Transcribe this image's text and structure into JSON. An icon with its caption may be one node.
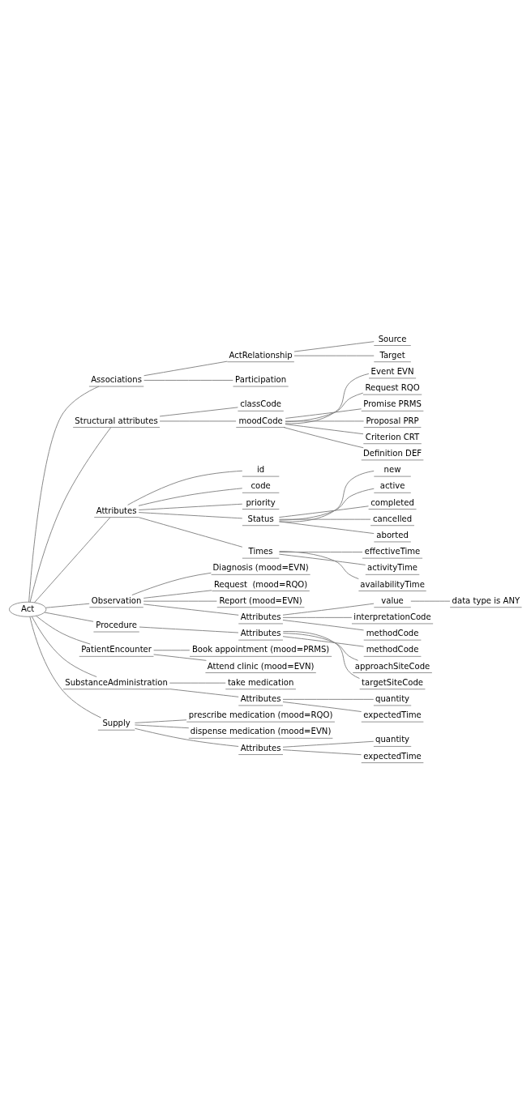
{
  "diagram": {
    "nodes": [
      {
        "text": [
          "Act"
        ]
      },
      {
        "text": [
          "Associations"
        ]
      },
      {
        "text": [
          "ActRelationship"
        ]
      },
      {
        "text": [
          "Source"
        ]
      },
      {
        "text": [
          "Target"
        ]
      },
      {
        "text": [
          "Participation"
        ]
      },
      {
        "text": [
          "Structural attributes"
        ]
      },
      {
        "text": [
          "classCode"
        ]
      },
      {
        "text": [
          "moodCode"
        ]
      },
      {
        "text": [
          "Event EVN"
        ]
      },
      {
        "text": [
          "Request RQO"
        ]
      },
      {
        "text": [
          "Promise PRMS"
        ]
      },
      {
        "text": [
          "Proposal PRP"
        ]
      },
      {
        "text": [
          "Criterion CRT"
        ]
      },
      {
        "text": [
          "Definition DEF"
        ]
      },
      {
        "text": [
          "Attributes"
        ]
      },
      {
        "text": [
          "id"
        ]
      },
      {
        "text": [
          "code"
        ]
      },
      {
        "text": [
          "priority"
        ]
      },
      {
        "text": [
          "Status"
        ]
      },
      {
        "text": [
          "new"
        ]
      },
      {
        "text": [
          "active"
        ]
      },
      {
        "text": [
          "completed"
        ]
      },
      {
        "text": [
          "cancelled"
        ]
      },
      {
        "text": [
          "aborted"
        ]
      },
      {
        "text": [
          "Times"
        ]
      },
      {
        "text": [
          "effectiveTime"
        ]
      },
      {
        "text": [
          "activityTime"
        ]
      },
      {
        "text": [
          "availabilityTime"
        ]
      },
      {
        "text": [
          "Observation"
        ]
      },
      {
        "text": [
          "Diagnosis (mood=EVN)"
        ]
      },
      {
        "text": [
          "Request  (mood=RQO)"
        ]
      },
      {
        "text": [
          "Report (mood=EVN)"
        ]
      },
      {
        "text": [
          "Attributes"
        ]
      },
      {
        "text": [
          "value"
        ]
      },
      {
        "text": [
          "data type is ANY"
        ]
      },
      {
        "text": [
          "interpretationCode"
        ]
      },
      {
        "text": [
          "methodCode"
        ]
      },
      {
        "text": [
          "Procedure"
        ]
      },
      {
        "text": [
          "Attributes"
        ]
      },
      {
        "text": [
          "methodCode"
        ]
      },
      {
        "text": [
          "approachSiteCode"
        ]
      },
      {
        "text": [
          "targetSiteCode"
        ]
      },
      {
        "text": [
          "PatientEncounter"
        ]
      },
      {
        "text": [
          "Book appointment (mood=PRMS)"
        ]
      },
      {
        "text": [
          "Attend clinic (mood=EVN)"
        ]
      },
      {
        "text": [
          "SubstanceAdministration"
        ]
      },
      {
        "text": [
          "take medication"
        ]
      },
      {
        "text": [
          "Attributes"
        ]
      },
      {
        "text": [
          "quantity"
        ]
      },
      {
        "text": [
          "expectedTime"
        ]
      },
      {
        "text": [
          "Supply"
        ]
      },
      {
        "text": [
          "prescribe medication (mood=RQO)"
        ]
      },
      {
        "text": [
          "dispense medication (mood=EVN)"
        ]
      },
      {
        "text": [
          "Attributes"
        ]
      },
      {
        "text": [
          "quantity"
        ]
      },
      {
        "text": [
          "expectedTime"
        ]
      }
    ],
    "edges": [
      {
        "from": 0,
        "to": 1,
        "arrow": "none"
      },
      {
        "from": 1,
        "to": 2,
        "arrow": "none"
      },
      {
        "from": 2,
        "to": 3,
        "arrow": "none"
      },
      {
        "from": 2,
        "to": 4,
        "arrow": "none"
      },
      {
        "from": 1,
        "to": 5,
        "arrow": "none"
      },
      {
        "from": 0,
        "to": 6,
        "arrow": "none"
      },
      {
        "from": 6,
        "to": 7,
        "arrow": "none"
      },
      {
        "from": 6,
        "to": 8,
        "arrow": "none"
      },
      {
        "from": 8,
        "to": 9,
        "arrow": "none"
      },
      {
        "from": 8,
        "to": 10,
        "arrow": "none"
      },
      {
        "from": 8,
        "to": 11,
        "arrow": "none"
      },
      {
        "from": 8,
        "to": 12,
        "arrow": "none"
      },
      {
        "from": 8,
        "to": 13,
        "arrow": "none"
      },
      {
        "from": 8,
        "to": 14,
        "arrow": "none"
      },
      {
        "from": 0,
        "to": 15,
        "arrow": "none"
      },
      {
        "from": 15,
        "to": 16,
        "arrow": "none"
      },
      {
        "from": 15,
        "to": 17,
        "arrow": "none"
      },
      {
        "from": 15,
        "to": 18,
        "arrow": "none"
      },
      {
        "from": 15,
        "to": 19,
        "arrow": "none"
      },
      {
        "from": 19,
        "to": 20,
        "arrow": "none"
      },
      {
        "from": 19,
        "to": 21,
        "arrow": "none"
      },
      {
        "from": 19,
        "to": 22,
        "arrow": "none"
      },
      {
        "from": 19,
        "to": 23,
        "arrow": "none"
      },
      {
        "from": 19,
        "to": 24,
        "arrow": "none"
      },
      {
        "from": 15,
        "to": 25,
        "arrow": "none"
      },
      {
        "from": 25,
        "to": 26,
        "arrow": "none"
      },
      {
        "from": 25,
        "to": 27,
        "arrow": "none"
      },
      {
        "from": 25,
        "to": 28,
        "arrow": "none"
      },
      {
        "from": 0,
        "to": 29,
        "arrow": "none"
      },
      {
        "from": 29,
        "to": 30,
        "arrow": "none"
      },
      {
        "from": 29,
        "to": 31,
        "arrow": "none"
      },
      {
        "from": 29,
        "to": 32,
        "arrow": "none"
      },
      {
        "from": 29,
        "to": 33,
        "arrow": "none"
      },
      {
        "from": 33,
        "to": 34,
        "arrow": "none"
      },
      {
        "from": 34,
        "to": 35,
        "arrow": "none"
      },
      {
        "from": 33,
        "to": 36,
        "arrow": "none"
      },
      {
        "from": 33,
        "to": 37,
        "arrow": "none"
      },
      {
        "from": 0,
        "to": 38,
        "arrow": "none"
      },
      {
        "from": 38,
        "to": 39,
        "arrow": "none"
      },
      {
        "from": 39,
        "to": 40,
        "arrow": "none"
      },
      {
        "from": 39,
        "to": 41,
        "arrow": "none"
      },
      {
        "from": 39,
        "to": 42,
        "arrow": "none"
      },
      {
        "from": 0,
        "to": 43,
        "arrow": "none"
      },
      {
        "from": 43,
        "to": 44,
        "arrow": "none"
      },
      {
        "from": 43,
        "to": 45,
        "arrow": "none"
      },
      {
        "from": 0,
        "to": 46,
        "arrow": "none"
      },
      {
        "from": 46,
        "to": 47,
        "arrow": "none"
      },
      {
        "from": 46,
        "to": 48,
        "arrow": "none"
      },
      {
        "from": 48,
        "to": 49,
        "arrow": "none"
      },
      {
        "from": 48,
        "to": 50,
        "arrow": "none"
      },
      {
        "from": 0,
        "to": 51,
        "arrow": "none"
      },
      {
        "from": 51,
        "to": 52,
        "arrow": "none"
      },
      {
        "from": 51,
        "to": 53,
        "arrow": "none"
      },
      {
        "from": 51,
        "to": 54,
        "arrow": "none"
      },
      {
        "from": 54,
        "to": 55,
        "arrow": "none"
      },
      {
        "from": 54,
        "to": 56,
        "arrow": "none"
      }
    ]
  }
}
